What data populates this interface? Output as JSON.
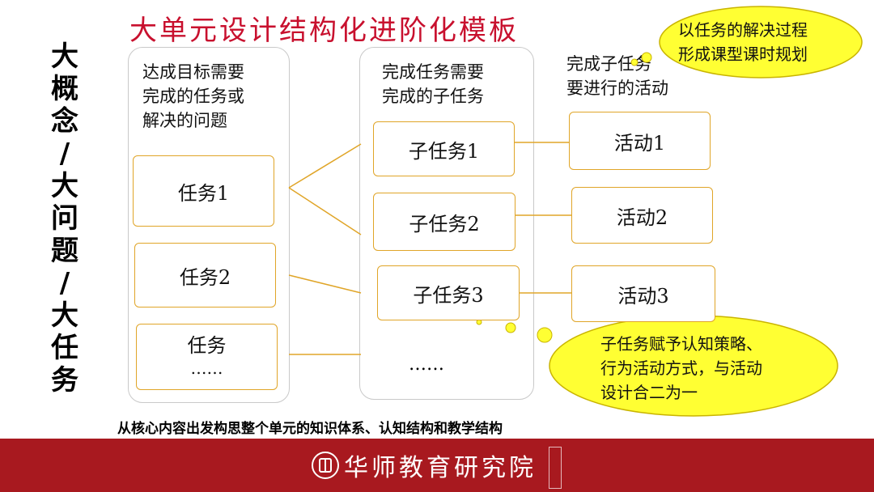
{
  "title": "大单元设计结构化进阶化模板",
  "vertical_label": [
    "大",
    "概",
    "念",
    "/",
    "大",
    "问",
    "题",
    "/",
    "大",
    "任",
    "务"
  ],
  "columns": {
    "goal_heading": [
      "达成目标需要",
      "完成的任务或",
      "解决的问题"
    ],
    "subtask_heading": [
      "完成任务需要",
      "完成的子任务"
    ],
    "activity_heading": [
      "完成子任务",
      "要进行的活动"
    ]
  },
  "tasks": [
    "任务1",
    "任务2",
    "任务"
  ],
  "task_ellipsis": "……",
  "subtasks": [
    "子任务1",
    "子任务2",
    "子任务3"
  ],
  "subtask_ellipsis": "……",
  "activities": [
    "活动1",
    "活动2",
    "活动3"
  ],
  "callout_top": [
    "以任务的解决过程",
    "形成课型课时规划"
  ],
  "callout_bottom": [
    "子任务赋予认知策略、",
    "行为活动方式，与活动",
    "设计合二为一"
  ],
  "footer_note": "从核心内容出发构思整个单元的知识体系、认知结构和教学结构",
  "footer_org": "华师教育研究院",
  "colors": {
    "title": "#c8102e",
    "box_border": "#e0a528",
    "callout_fill": "#ffff33",
    "footer": "#a8191f"
  }
}
